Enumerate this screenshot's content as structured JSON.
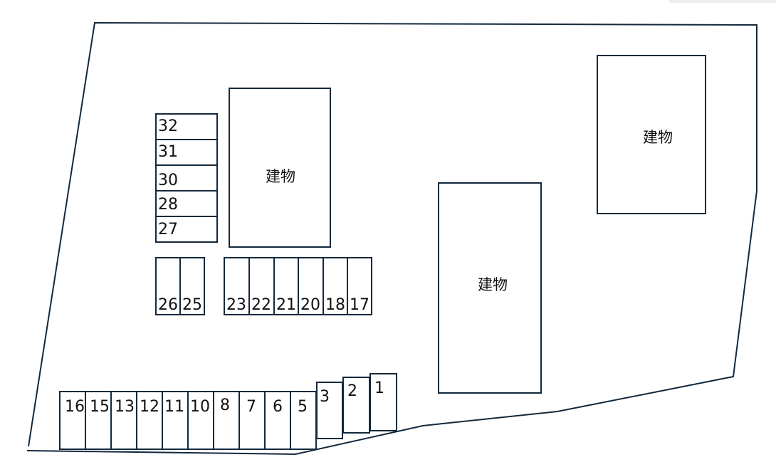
{
  "diagram": {
    "building_label": "建物",
    "spaces": [
      "1",
      "2",
      "3",
      "5",
      "6",
      "7",
      "8",
      "10",
      "11",
      "12",
      "13",
      "15",
      "16",
      "17",
      "18",
      "20",
      "21",
      "22",
      "23",
      "25",
      "26",
      "27",
      "28",
      "30",
      "31",
      "32"
    ]
  },
  "colors": {
    "stroke": "#13293d",
    "text": "#111111",
    "background": "#ffffff"
  }
}
